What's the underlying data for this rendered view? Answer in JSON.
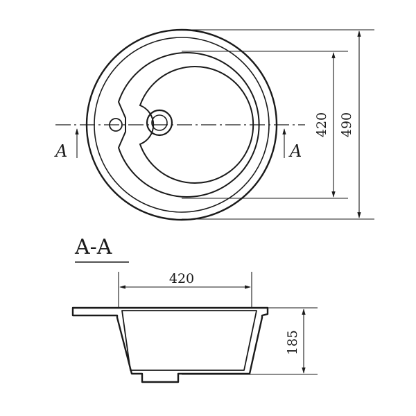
{
  "dimensions": {
    "inner_diameter": "420",
    "outer_diameter": "490",
    "section_width": "420",
    "depth": "185"
  },
  "section": {
    "marker_left": "A",
    "marker_right": "A",
    "title": "A-A"
  },
  "colors": {
    "line": "#1a1a1a",
    "background": "#ffffff"
  }
}
